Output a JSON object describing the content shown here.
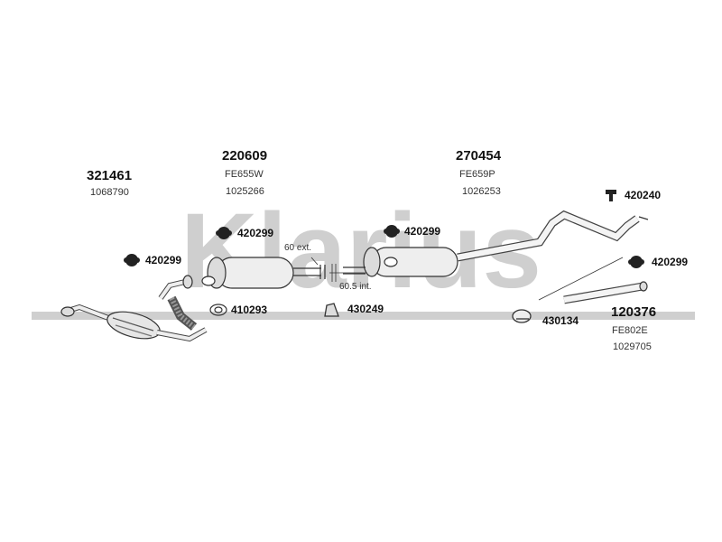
{
  "watermark": {
    "text": "Klarius",
    "color": "#c8c8c8"
  },
  "assemblies": {
    "catalyst": {
      "part": "321461",
      "ref": "1068790"
    },
    "front_silencer": {
      "part": "220609",
      "code": "FE655W",
      "ref": "1025266"
    },
    "rear_silencer": {
      "part": "270454",
      "code": "FE659P",
      "ref": "1026253"
    },
    "tail_pipe": {
      "part": "120376",
      "code": "FE802E",
      "ref": "1029705"
    }
  },
  "fittings": {
    "hanger_left": "420299",
    "hanger_front": "420299",
    "hanger_mid": "420299",
    "hanger_right": "420299",
    "bracket_top": "420240",
    "gasket": "410293",
    "clamp_mid": "430249",
    "clamp_rear": "430134"
  },
  "dimensions": {
    "ext": "60 ext.",
    "int": "60.5 int."
  }
}
